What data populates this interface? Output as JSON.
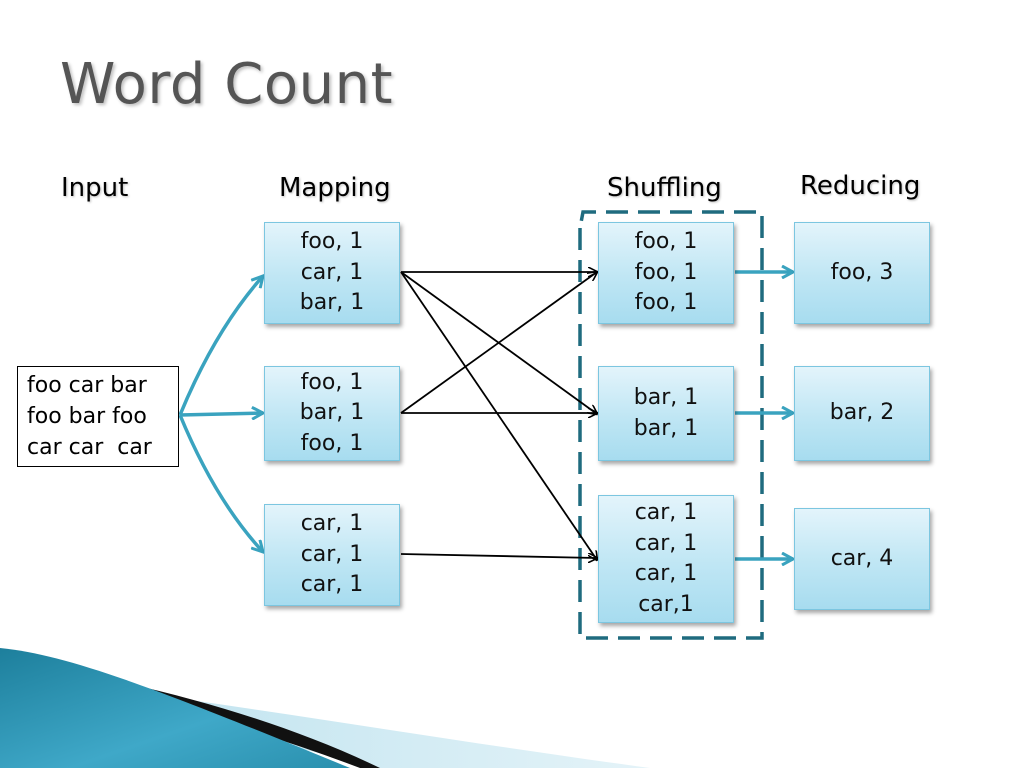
{
  "slide": {
    "title": "Word Count"
  },
  "columns": {
    "input": "Input",
    "mapping": "Mapping",
    "shuffling": "Shuffling",
    "reducing": "Reducing"
  },
  "input_text": [
    "foo car bar",
    "foo bar foo",
    "car car  car"
  ],
  "mapping": [
    {
      "lines": [
        "foo, 1",
        "car, 1",
        "bar, 1"
      ]
    },
    {
      "lines": [
        "foo, 1",
        "bar, 1",
        "foo, 1"
      ]
    },
    {
      "lines": [
        "car, 1",
        "car, 1",
        "car, 1"
      ]
    }
  ],
  "shuffling": [
    {
      "lines": [
        "foo, 1",
        "foo, 1",
        "foo, 1"
      ]
    },
    {
      "lines": [
        "bar, 1",
        "bar, 1"
      ]
    },
    {
      "lines": [
        "car, 1",
        "car, 1",
        "car, 1",
        "car,1"
      ]
    }
  ],
  "reducing": [
    {
      "lines": [
        "foo, 3"
      ]
    },
    {
      "lines": [
        "bar, 2"
      ]
    },
    {
      "lines": [
        "car, 4"
      ]
    }
  ],
  "colors": {
    "title": "#555555",
    "arrow_teal": "#3aa3bf",
    "dash_border": "#1f6b7f",
    "node_border": "#7cc6e0"
  }
}
